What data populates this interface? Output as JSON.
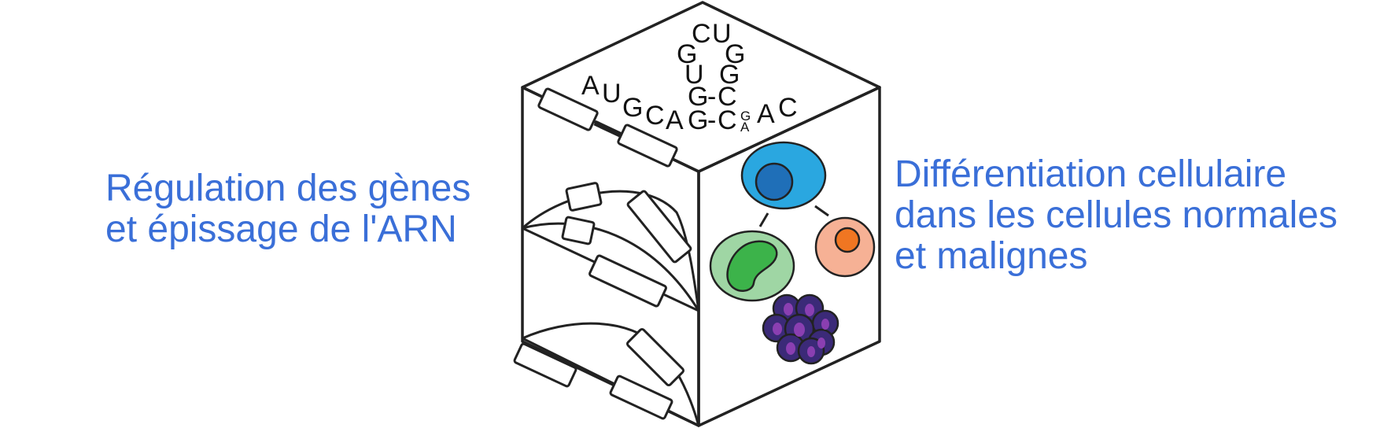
{
  "left_label": {
    "lines": [
      "Régulation des gènes",
      "et épissage de l'ARN"
    ]
  },
  "right_label": {
    "lines": [
      "Différentiation cellulaire",
      "dans les cellules normales",
      "et malignes"
    ]
  },
  "rna": {
    "letters": [
      "A",
      "U",
      "G",
      "C",
      "A",
      "G",
      "-",
      "C",
      "G",
      "A",
      "A",
      "C",
      "G",
      "-",
      "C",
      "U",
      "G",
      "G",
      "G",
      "C",
      "U"
    ]
  },
  "colors": {
    "text_accent": "#3a6fd8",
    "outline": "#222222",
    "cell_blue_outer": "#2aa7e0",
    "cell_blue_nucleus": "#1f6fb8",
    "cell_orange_outer": "#f6b195",
    "cell_orange_nucleus": "#f07622",
    "cell_green_outer": "#9fd6a4",
    "cell_green_nucleus": "#3cb34a",
    "cluster_dark": "#3b2a78",
    "cluster_purple": "#8a3fb1"
  }
}
